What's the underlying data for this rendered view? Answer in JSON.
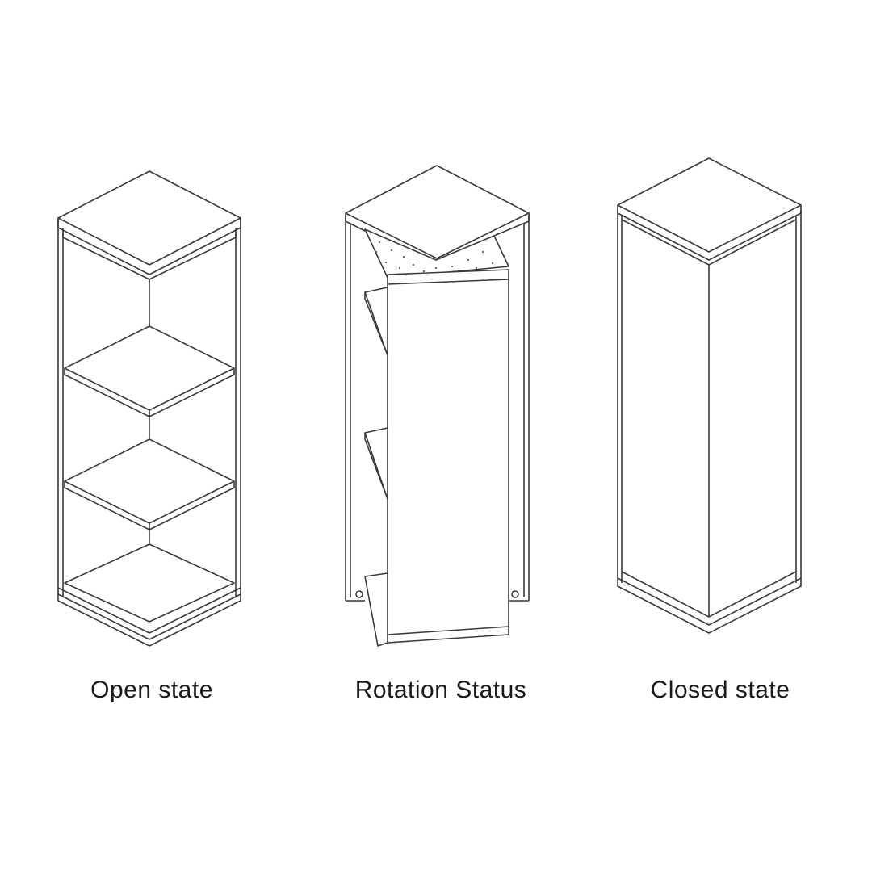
{
  "figure": {
    "captions": {
      "open": "Open state",
      "rotation": "Rotation Status",
      "closed": "Closed state"
    },
    "line_color": "#3a3a3a",
    "background": "#ffffff"
  }
}
